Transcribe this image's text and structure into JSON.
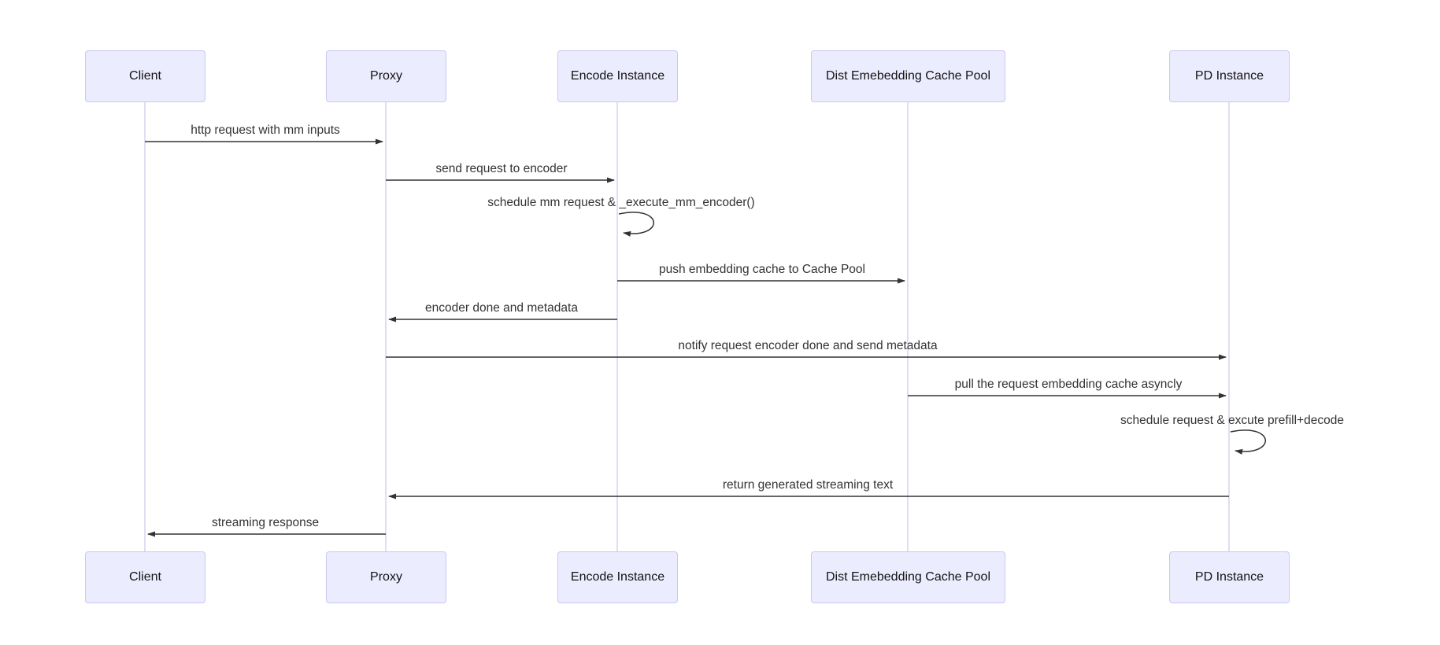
{
  "diagram": {
    "kind": "sequence-diagram",
    "participants": [
      {
        "name": "Client"
      },
      {
        "name": "Proxy"
      },
      {
        "name": "Encode Instance"
      },
      {
        "name": "Dist Emebedding Cache Pool"
      },
      {
        "name": "PD Instance"
      }
    ],
    "messages": [
      {
        "from": "Client",
        "to": "Proxy",
        "label": "http request with mm inputs",
        "type": "solid-arrow"
      },
      {
        "from": "Proxy",
        "to": "Encode Instance",
        "label": "send request to encoder",
        "type": "solid-arrow"
      },
      {
        "from": "Encode Instance",
        "to": "Encode Instance",
        "label": "schedule mm request & _execute_mm_encoder()",
        "type": "self-loop"
      },
      {
        "from": "Encode Instance",
        "to": "Dist Emebedding Cache Pool",
        "label": "push embedding cache to Cache Pool",
        "type": "solid-arrow"
      },
      {
        "from": "Encode Instance",
        "to": "Proxy",
        "label": "encoder done and metadata",
        "type": "solid-arrow"
      },
      {
        "from": "Proxy",
        "to": "PD Instance",
        "label": "notify request encoder done and send metadata",
        "type": "solid-arrow"
      },
      {
        "from": "Dist Emebedding Cache Pool",
        "to": "PD Instance",
        "label": "pull the request embedding cache asyncly",
        "type": "solid-arrow"
      },
      {
        "from": "PD Instance",
        "to": "PD Instance",
        "label": "schedule request & excute prefill+decode",
        "type": "self-loop"
      },
      {
        "from": "PD Instance",
        "to": "Proxy",
        "label": "return generated streaming text",
        "type": "solid-arrow"
      },
      {
        "from": "Proxy",
        "to": "Client",
        "label": "streaming response",
        "type": "solid-arrow"
      }
    ],
    "colors": {
      "actor_fill": "#ECECFF",
      "actor_border": "#CCC6F2",
      "lifeline": "#CBC7E8",
      "arrow": "#333333",
      "text": "#333333",
      "background": "#FFFFFF"
    }
  }
}
